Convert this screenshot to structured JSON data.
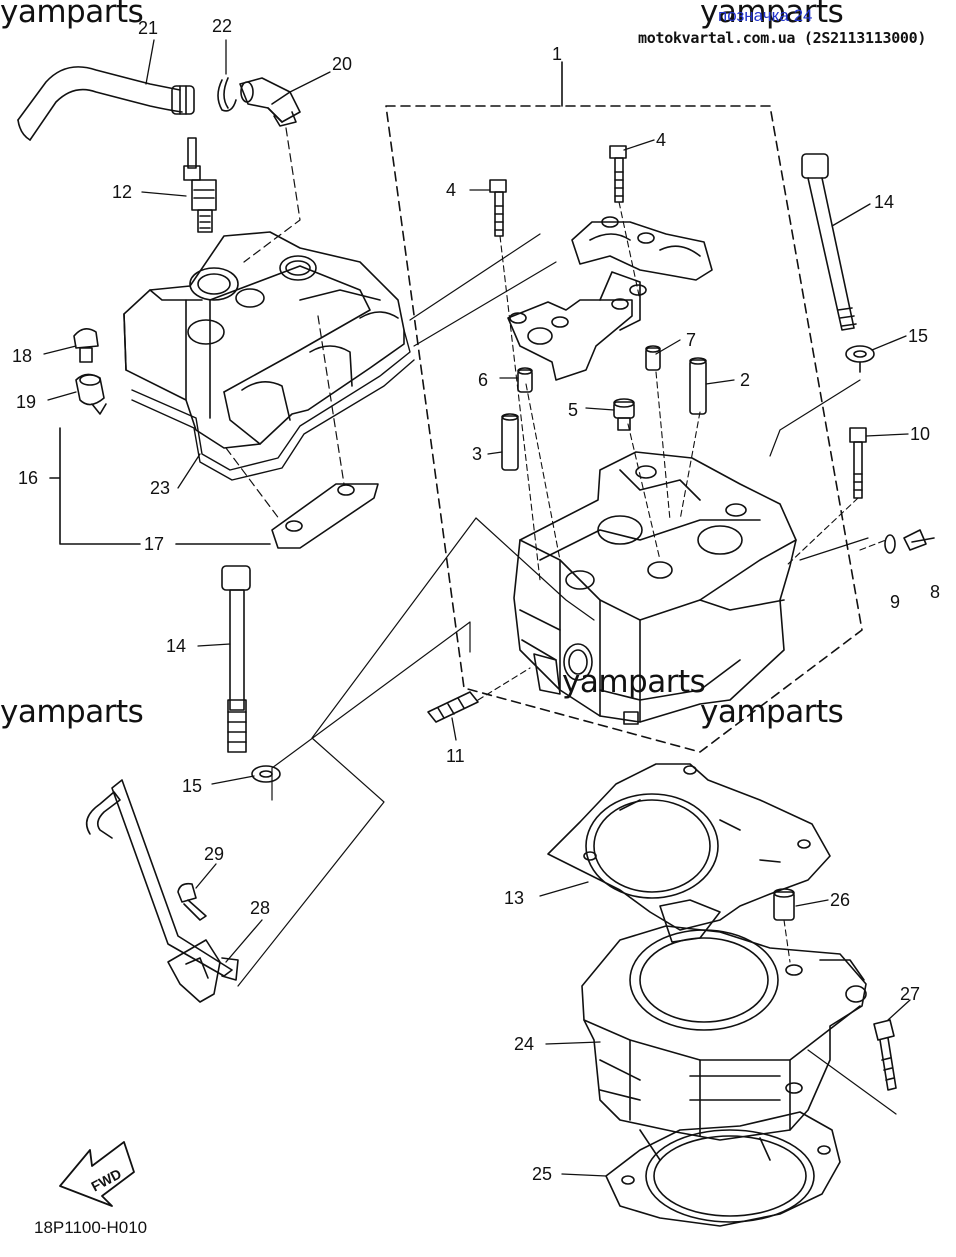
{
  "header": {
    "link_text": "позначка 24",
    "site_text": "motokvartal.com.ua (2S2113113000)"
  },
  "watermarks": [
    "yamparts",
    "yamparts",
    "yamparts",
    "yamparts",
    "yamparts"
  ],
  "callouts": {
    "c1": "1",
    "c2": "2",
    "c3": "3",
    "c4a": "4",
    "c4b": "4",
    "c5": "5",
    "c6": "6",
    "c7": "7",
    "c8": "8",
    "c9": "9",
    "c10": "10",
    "c11": "11",
    "c12": "12",
    "c13": "13",
    "c14a": "14",
    "c14b": "14",
    "c15a": "15",
    "c15b": "15",
    "c16": "16",
    "c17": "17",
    "c18": "18",
    "c19": "19",
    "c20": "20",
    "c21": "21",
    "c22": "22",
    "c23": "23",
    "c24": "24",
    "c25": "25",
    "c26": "26",
    "c27": "27",
    "c28": "28",
    "c29": "29"
  },
  "fwd_label": "FWD",
  "diagram_code": "18P1100-H010",
  "colors": {
    "line": "#111111",
    "link": "#2233cc"
  }
}
